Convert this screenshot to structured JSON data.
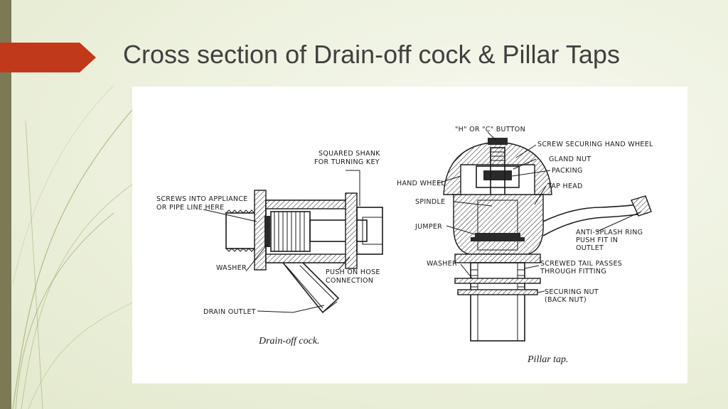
{
  "slide": {
    "title": "Cross section of Drain-off cock & Pillar Taps",
    "accent_color": "#c0391b",
    "bar_color": "#7b7a55"
  },
  "drain_cock": {
    "caption": "Drain-off cock.",
    "labels": {
      "squared_shank_1": "SQUARED SHANK",
      "squared_shank_2": "FOR TURNING KEY",
      "screws_1": "SCREWS INTO APPLIANCE",
      "screws_2": "OR PIPE LINE HERE",
      "washer": "WASHER",
      "push_hose_1": "PUSH ON HOSE",
      "push_hose_2": "CONNECTION",
      "drain_outlet": "DRAIN OUTLET"
    }
  },
  "pillar_tap": {
    "caption": "Pillar tap.",
    "labels": {
      "button": "\"H\" OR \"C\" BUTTON",
      "screw_hand_wheel": "SCREW SECURING HAND WHEEL",
      "gland_nut": "GLAND NUT",
      "packing": "PACKING",
      "hand_wheel": "HAND WHEEL",
      "tap_head": "TAP HEAD",
      "spindle": "SPINDLE",
      "jumper": "JUMPER",
      "anti_splash_1": "ANTI-SPLASH RING",
      "anti_splash_2": "PUSH FIT IN",
      "anti_splash_3": "OUTLET",
      "washer": "WASHER",
      "screwed_tail_1": "SCREWED TAIL PASSES",
      "screwed_tail_2": "THROUGH FITTING",
      "securing_nut_1": "SECURING NUT",
      "securing_nut_2": "(BACK NUT)"
    }
  }
}
